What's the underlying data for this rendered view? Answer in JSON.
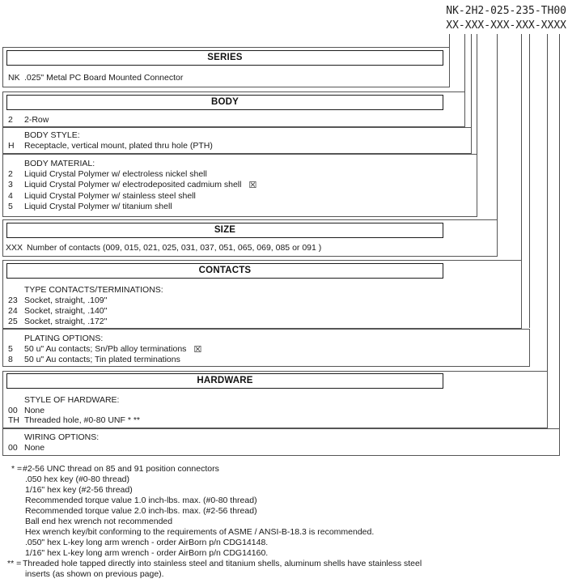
{
  "colors": {
    "ink": "#1a1a1a",
    "line": "#4f4f4f"
  },
  "part_number": {
    "value": "NK-2H2-025-235-TH00",
    "mask": "XX-XXX-XXX-XXX-XXXX"
  },
  "sections": {
    "series": {
      "title": "SERIES",
      "code": "NK",
      "desc": ".025\" Metal PC Board Mounted Connector"
    },
    "body": {
      "title": "BODY",
      "code": "2",
      "desc": "2-Row"
    },
    "body_style": {
      "label": "BODY STYLE:",
      "code": "H",
      "desc": "Receptacle, vertical mount, plated thru hole (PTH)"
    },
    "body_material": {
      "label": "BODY MATERIAL:",
      "rows": [
        {
          "code": "2",
          "desc": "Liquid Crystal Polymer w/ electroless nickel shell",
          "flag": ""
        },
        {
          "code": "3",
          "desc": "Liquid Crystal Polymer w/ electrodeposited cadmium shell",
          "flag": "☒"
        },
        {
          "code": "4",
          "desc": "Liquid Crystal Polymer w/ stainless steel shell",
          "flag": ""
        },
        {
          "code": "5",
          "desc": "Liquid Crystal Polymer w/ titanium shell",
          "flag": ""
        }
      ]
    },
    "size": {
      "title": "SIZE",
      "code": "XXX",
      "desc": "Number of contacts (009, 015, 021, 025, 031, 037, 051, 065, 069, 085 or 091 )"
    },
    "contacts": {
      "title": "CONTACTS",
      "type_label": "TYPE CONTACTS/TERMINATIONS:",
      "type_rows": [
        {
          "code": "23",
          "desc": "Socket, straight, .109\""
        },
        {
          "code": "24",
          "desc": "Socket, straight, .140\""
        },
        {
          "code": "25",
          "desc": "Socket, straight, .172\""
        }
      ],
      "plating_label": "PLATING OPTIONS:",
      "plating_rows": [
        {
          "code": "5",
          "desc": "50 u\" Au contacts; Sn/Pb alloy terminations",
          "flag": "☒"
        },
        {
          "code": "8",
          "desc": "50 u\" Au contacts; Tin plated terminations",
          "flag": ""
        }
      ]
    },
    "hardware": {
      "title": "HARDWARE",
      "style_label": "STYLE OF HARDWARE:",
      "style_rows": [
        {
          "code": "00",
          "desc": "None"
        },
        {
          "code": "TH",
          "desc": "Threaded hole, #0-80 UNF * **"
        }
      ],
      "wiring_label": "WIRING OPTIONS:",
      "wiring_rows": [
        {
          "code": "00",
          "desc": "None"
        }
      ]
    }
  },
  "footnotes": {
    "star": {
      "marker": "* =",
      "lines": [
        "#2-56 UNC thread on 85 and 91 position connectors",
        ".050 hex key (#0-80 thread)",
        "1/16\" hex key (#2-56 thread)",
        "Recommended torque value 1.0 inch-lbs. max. (#0-80 thread)",
        "Recommended torque value 2.0 inch-lbs. max. (#2-56 thread)",
        "Ball end hex wrench not recommended",
        "Hex wrench key/bit conforming to the requirements of ASME / ANSI-B-18.3 is recommended.",
        ".050\" hex L-key long arm wrench - order AirBorn p/n CDG14148.",
        "1/16\" hex L-key long arm wrench - order AirBorn p/n CDG14160."
      ]
    },
    "double_star": {
      "marker": "** =",
      "lines": [
        "Threaded hole tapped directly into stainless steel and titanium shells, aluminum shells have stainless steel",
        "inserts (as shown on previous page)."
      ]
    }
  }
}
